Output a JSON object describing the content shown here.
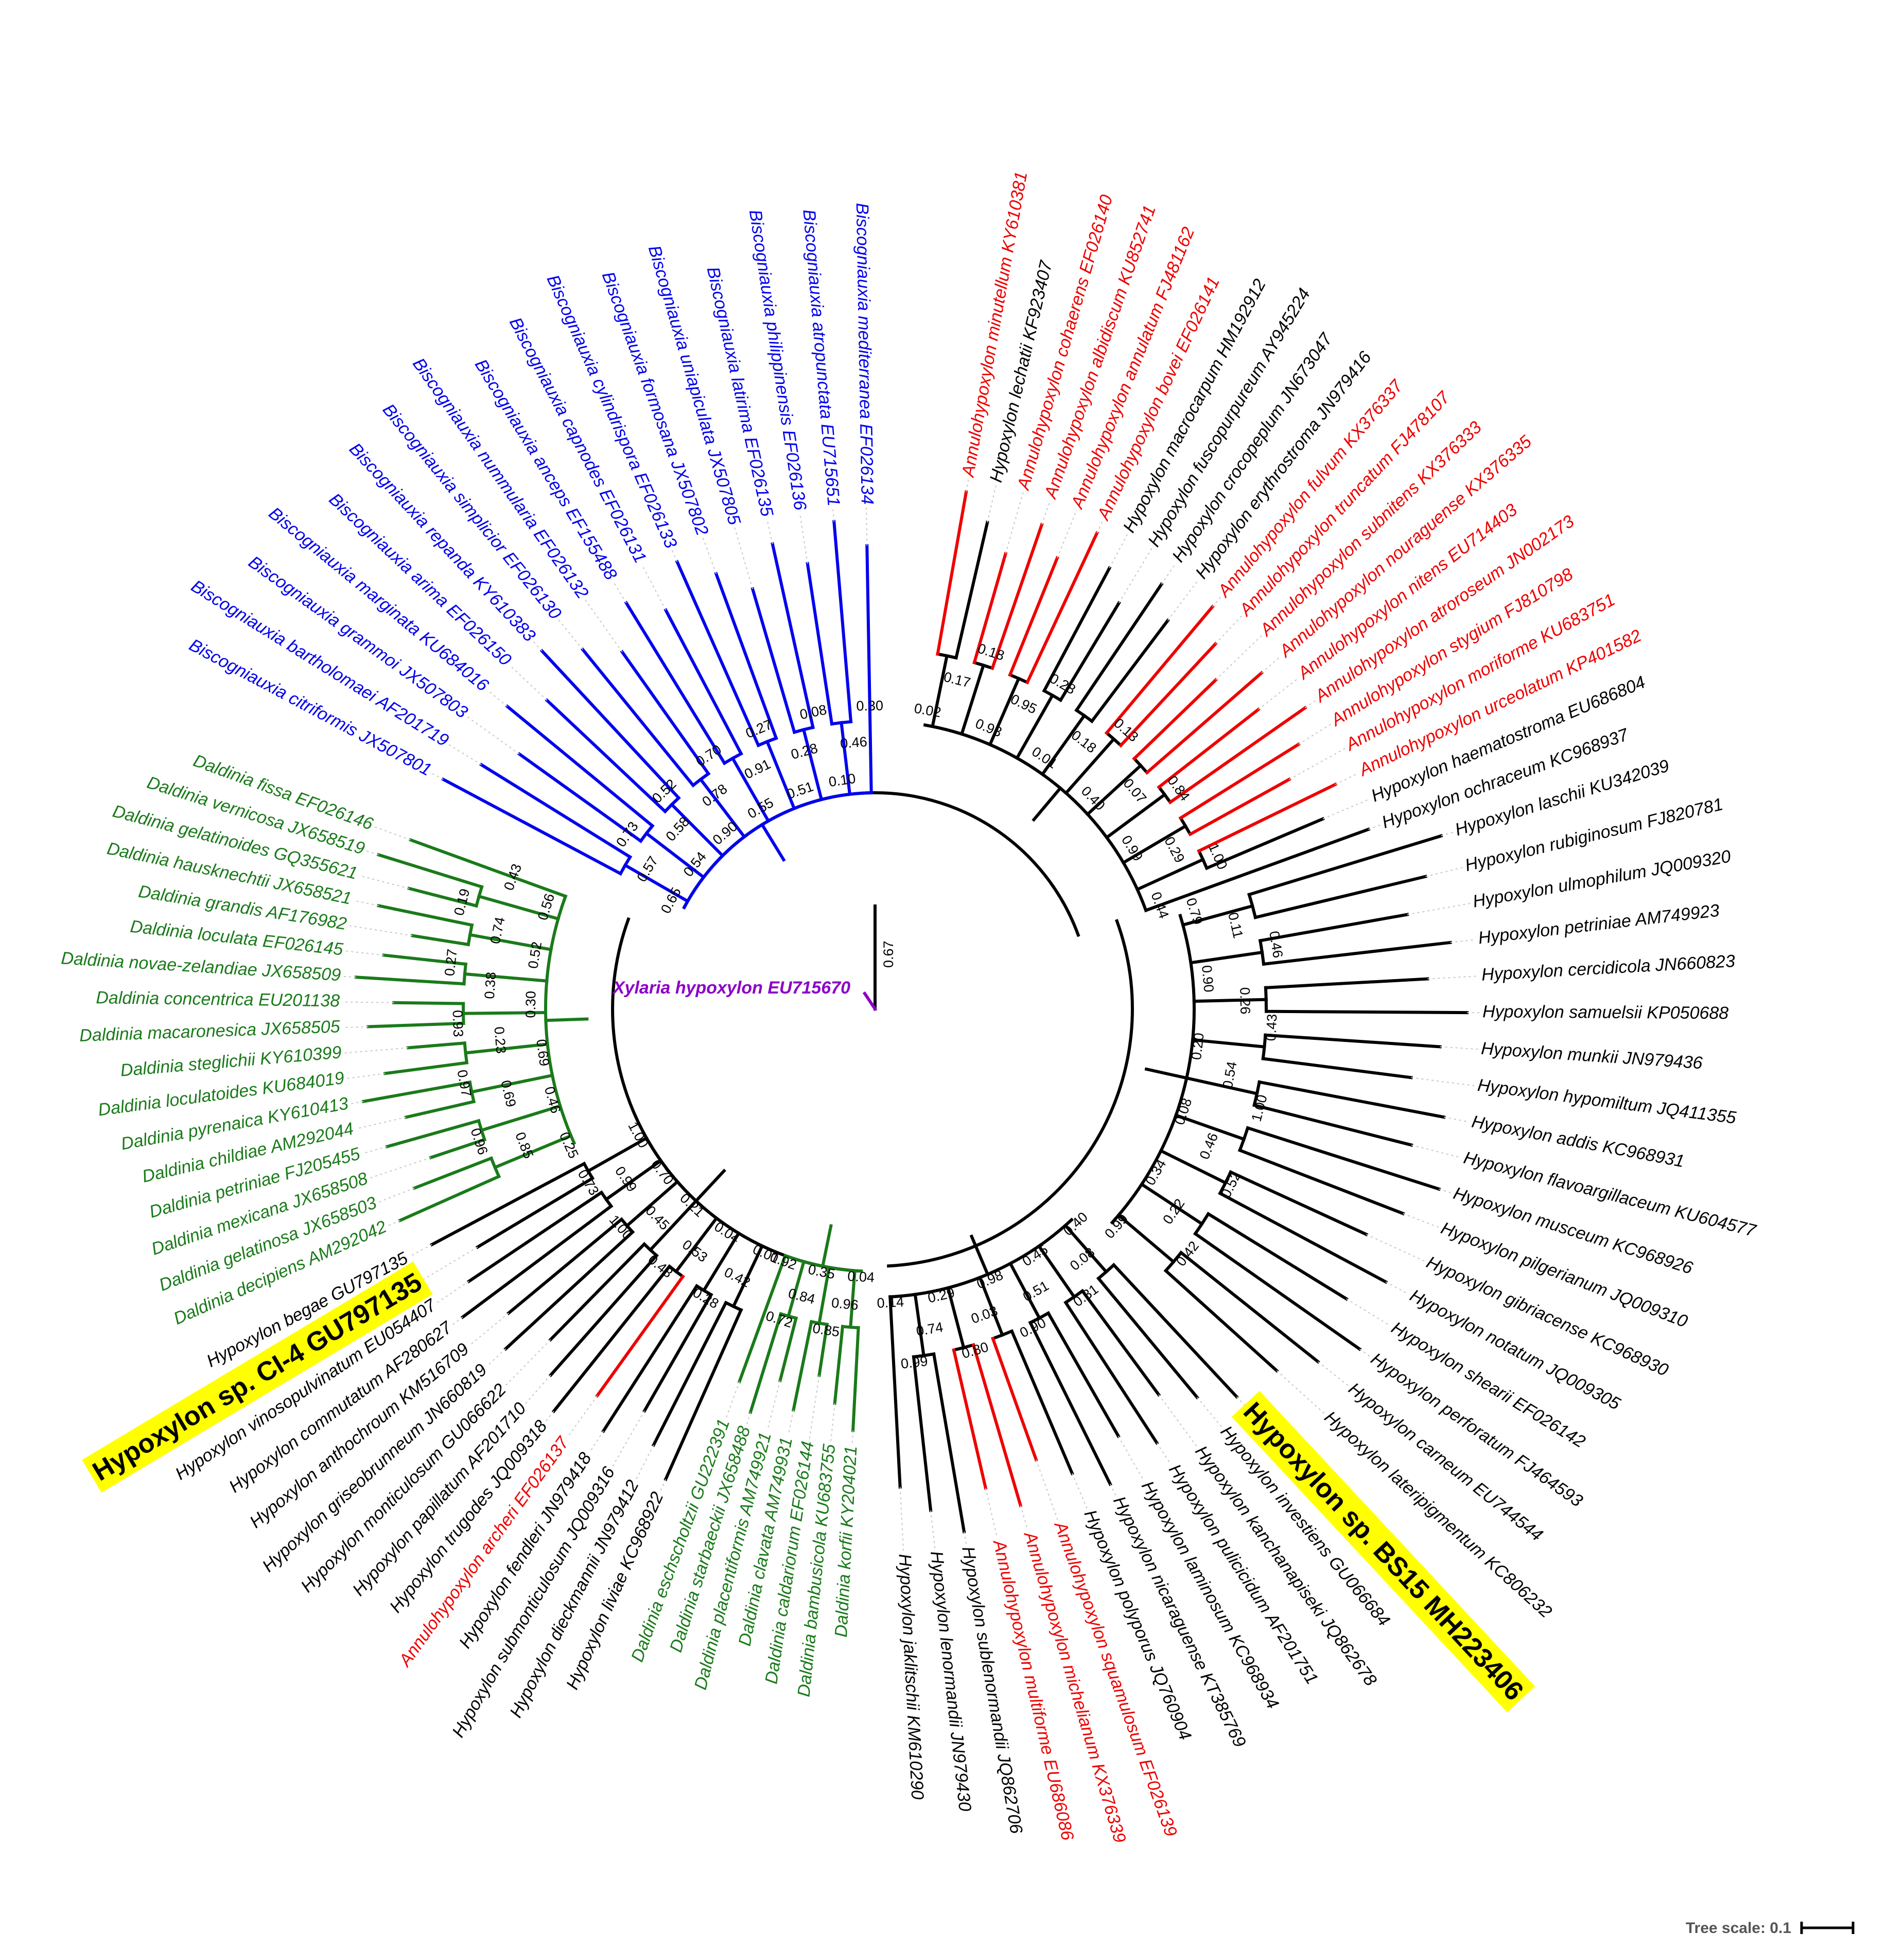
{
  "colors": {
    "biscogniauxia": "#0000ee",
    "daldinia": "#1a7a1a",
    "annulohypoxylon": "#ee0000",
    "hypoxylon": "#000000",
    "outgroup": "#8b00c8",
    "highlight": "#ffff00"
  },
  "root_support": "0.67",
  "outgroup": {
    "label": "Xylaria hypoxylon EU715670"
  },
  "scale": {
    "label": "Tree scale: 0.1"
  },
  "clades": [
    {
      "id": "biscogniauxia",
      "color": "biscogniauxia",
      "leaves": [
        "Biscogniauxia citriformis JX507801",
        "Biscogniauxia bartholomaei AF201719",
        "Biscogniauxia grammoi JX507803",
        "Biscogniauxia marginata KU684016",
        "Biscogniauxia arima EF026150",
        "Biscogniauxia repanda KY610383",
        "Biscogniauxia simplicior EF026130",
        "Biscogniauxia nummularia EF026132",
        "Biscogniauxia anceps EF155488",
        "Biscogniauxia capnodes EF026131",
        "Biscogniauxia cylindrispora EF026133",
        "Biscogniauxia formosana JX507802",
        "Biscogniauxia uniapiculata JX507805",
        "Biscogniauxia latirima EF026135",
        "Biscogniauxia philippinensis EF026136",
        "Biscogniauxia atropunctata EU715651",
        "Biscogniauxia mediterranea EF026134"
      ],
      "supports": [
        "0.65",
        "0.57",
        "0.73",
        "0.54",
        "0.58",
        "0.52",
        "0.90",
        "0.78",
        "0.70",
        "0.55",
        "0.91",
        "0.27",
        "0.51",
        "0.28",
        "0.08",
        "0.10",
        "0.46",
        "0.30"
      ]
    },
    {
      "id": "annulohypoxylon-group",
      "color": "hypoxylon",
      "leaves": [
        "Annulohypoxylon minutellum KY610381",
        "Hypoxylon lechatii KF923407",
        "Annulohypoxylon cohaerens EF026140",
        "Annulohypoxylon albidiscum KU852741",
        "Annulohypoxylon annulatum FJ481162",
        "Annulohypoxylon bovei EF026141",
        "Hypoxylon macrocarpum HM192912",
        "Hypoxylon fuscopurpureum AY945224",
        "Hypoxylon crocopeplum JN673047",
        "Hypoxylon erythrostroma JN979416",
        "Annulohypoxylon fulvum KX376337",
        "Annulohypoxylon truncatum FJ478107",
        "Annulohypoxylon subnitens KX376333",
        "Annulohypoxylon nouraguense KX376335",
        "Annulohypoxylon nitens EU714403",
        "Annulohypoxylon atroroseum JN002173",
        "Annulohypoxylon stygium FJ810798",
        "Annulohypoxylon moriforme KU683751",
        "Annulohypoxylon urceolatum KP401582",
        "Hypoxylon haematostroma EU686804",
        "Hypoxylon ochraceum KC968937"
      ],
      "supports": [
        "0.02",
        "0.17",
        "0.18",
        "0.93",
        "0.95",
        "0.28",
        "0.01",
        "0.18",
        "0.13",
        "0.40",
        "0.07",
        "0.84",
        "0.99",
        "0.29",
        "1.00",
        "0.44"
      ]
    },
    {
      "id": "hypoxylon-right",
      "color": "hypoxylon",
      "leaves": [
        "Hypoxylon laschii KU342039",
        "Hypoxylon rubiginosum FJ820781",
        "Hypoxylon ulmophilum JQ009320",
        "Hypoxylon petriniae AM749923",
        "Hypoxylon cercidicola JN660823",
        "Hypoxylon samuelsii KP050688",
        "Hypoxylon munkii JN979436",
        "Hypoxylon hypomiltum JQ411355",
        "Hypoxylon addis KC968931",
        "Hypoxylon flavoargillaceum KU604577",
        "Hypoxylon musceum KC968926",
        "Hypoxylon pilgerianum JQ009310",
        "Hypoxylon gibriacense KC968930",
        "Hypoxylon notatum JQ009305",
        "Hypoxylon shearii EF026142",
        "Hypoxylon perforatum FJ464593",
        "Hypoxylon carneum EU744544",
        "Hypoxylon lateripigmentum KC806232"
      ],
      "supports": [
        "0.79",
        "0.11",
        "0.46",
        "0.90",
        "0.26",
        "0.43",
        "0.20",
        "0.54",
        "1.00",
        "0.08",
        "0.46",
        "0.52",
        "0.34",
        "0.22",
        "0.42",
        "0.99"
      ]
    },
    {
      "id": "hypoxylon-bottom-right",
      "color": "hypoxylon",
      "leaves": [
        "Hypoxylon sp. BS15 MH223406",
        "Hypoxylon investiens GU066684",
        "Hypoxylon kanchanapiseki JQ862678",
        "Hypoxylon pulicicidum AF201751",
        "Hypoxylon laminosum KC968934",
        "Hypoxylon nicaraguense KT385769",
        "Hypoxylon polyporus JQ760904",
        "Annulohypoxylon squamulosum EF026139",
        "Annulohypoxylon michelianum KX376339",
        "Annulohypoxylon multiforme EU686086",
        "Hypoxylon sublenormandii JQ862706",
        "Hypoxylon lenormandii JN979430",
        "Hypoxylon jaklitschii KM610290"
      ],
      "supports": [
        "0.40",
        "0.08",
        "0.31",
        "0.45",
        "0.51",
        "0.90",
        "0.98",
        "0.03",
        "0.80",
        "0.29",
        "0.74",
        "0.99",
        "0.14"
      ]
    },
    {
      "id": "daldinia-bottom",
      "color": "daldinia",
      "leaves": [
        "Daldinia korfii KY204021",
        "Daldinia bambusicola KU683755",
        "Daldinia caldariorum EF026144",
        "Daldinia clavata AM749931",
        "Daldinia placentiformis AM749921",
        "Daldinia starbaeckii JX658488",
        "Daldinia eschscholtzii GU222391"
      ],
      "supports": [
        "0.04",
        "0.96",
        "0.85",
        "0.35",
        "0.84",
        "0.72",
        "0.92"
      ]
    },
    {
      "id": "hypoxylon-bottom-left",
      "color": "hypoxylon",
      "leaves": [
        "Hypoxylon liviae KC968922",
        "Hypoxylon dieckmannii JN979412",
        "Hypoxylon submonticulosum JQ009316",
        "Hypoxylon fendleri JN979418",
        "Annulohypoxylon archeri EF026137",
        "Hypoxylon trugodes JQ009318",
        "Hypoxylon papillatum AF201710",
        "Hypoxylon monticulosum GU066622",
        "Hypoxylon griseobrunneum JN660819",
        "Hypoxylon anthochroum KM516709",
        "Hypoxylon commutatum AF280627",
        "Hypoxylon vinosopulvinatum EU054407",
        "Hypoxylon sp. CI-4 GU797135",
        "Hypoxylon begae GU797135"
      ],
      "supports": [
        "0.01",
        "0.42",
        "0.28",
        "0.04",
        "0.53",
        "0.48",
        "0.21",
        "0.45",
        "1.00",
        "0.70",
        "0.99",
        "0.73",
        "1.00"
      ]
    },
    {
      "id": "daldinia-left",
      "color": "daldinia",
      "leaves": [
        "Daldinia decipiens AM292042",
        "Daldinia gelatinosa JX658503",
        "Daldinia mexicana JX658508",
        "Daldinia petriniae FJ205455",
        "Daldinia childiae AM292044",
        "Daldinia pyrenaica KY610413",
        "Daldinia loculatoides KU684019",
        "Daldinia steglichii KY610399",
        "Daldinia macaronesica JX658505",
        "Daldinia concentrica EU201138",
        "Daldinia novae-zelandiae JX658509",
        "Daldinia loculata EF026145",
        "Daldinia grandis AF176982",
        "Daldinia hausknechtii JX658521",
        "Daldinia gelatinoides GQ355621",
        "Daldinia vernicosa JX658519",
        "Daldinia fissa EF026146"
      ],
      "supports": [
        "0.25",
        "0.85",
        "0.96",
        "0.46",
        "0.69",
        "0.97",
        "0.69",
        "0.23",
        "0.93",
        "0.30",
        "0.38",
        "0.27",
        "0.52",
        "0.74",
        "0.19",
        "0.56",
        "0.43"
      ]
    }
  ],
  "highlight_labels": [
    "Hypoxylon sp. CI-4 GU797135",
    "Hypoxylon sp. BS15 MH223406"
  ]
}
